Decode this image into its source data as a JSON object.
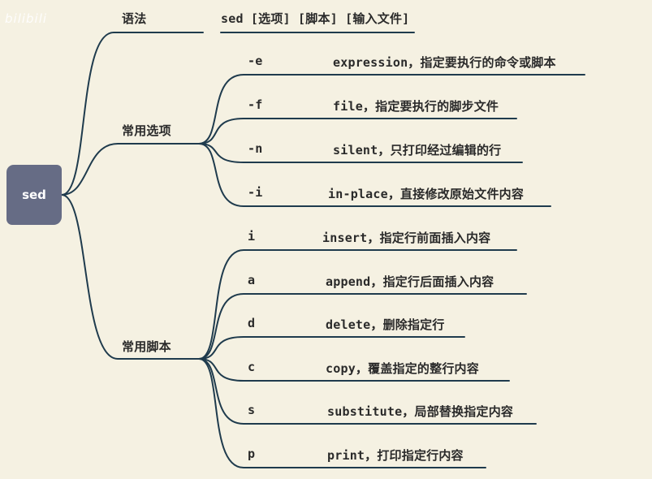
{
  "watermark": "bilibili",
  "root": {
    "label": "sed"
  },
  "branches": {
    "syntax": {
      "label": "语法",
      "text": "sed [选项] [脚本] [输入文件]"
    },
    "options": {
      "label": "常用选项",
      "items": [
        {
          "flag": "-e",
          "desc": "expression，指定要执行的命令或脚本"
        },
        {
          "flag": "-f",
          "desc": "file，指定要执行的脚步文件"
        },
        {
          "flag": "-n",
          "desc": "silent，只打印经过编辑的行"
        },
        {
          "flag": "-i",
          "desc": "in-place，直接修改原始文件内容"
        }
      ]
    },
    "scripts": {
      "label": "常用脚本",
      "items": [
        {
          "flag": "i",
          "desc": "insert，指定行前面插入内容"
        },
        {
          "flag": "a",
          "desc": "append，指定行后面插入内容"
        },
        {
          "flag": "d",
          "desc": "delete，删除指定行"
        },
        {
          "flag": "c",
          "desc": "copy，覆盖指定的整行内容"
        },
        {
          "flag": "s",
          "desc": "substitute，局部替换指定内容"
        },
        {
          "flag": "p",
          "desc": "print，打印指定行内容"
        }
      ]
    }
  },
  "colors": {
    "background": "#f5f1e2",
    "line": "#1f3b4d",
    "root_fill": "#666c85"
  }
}
